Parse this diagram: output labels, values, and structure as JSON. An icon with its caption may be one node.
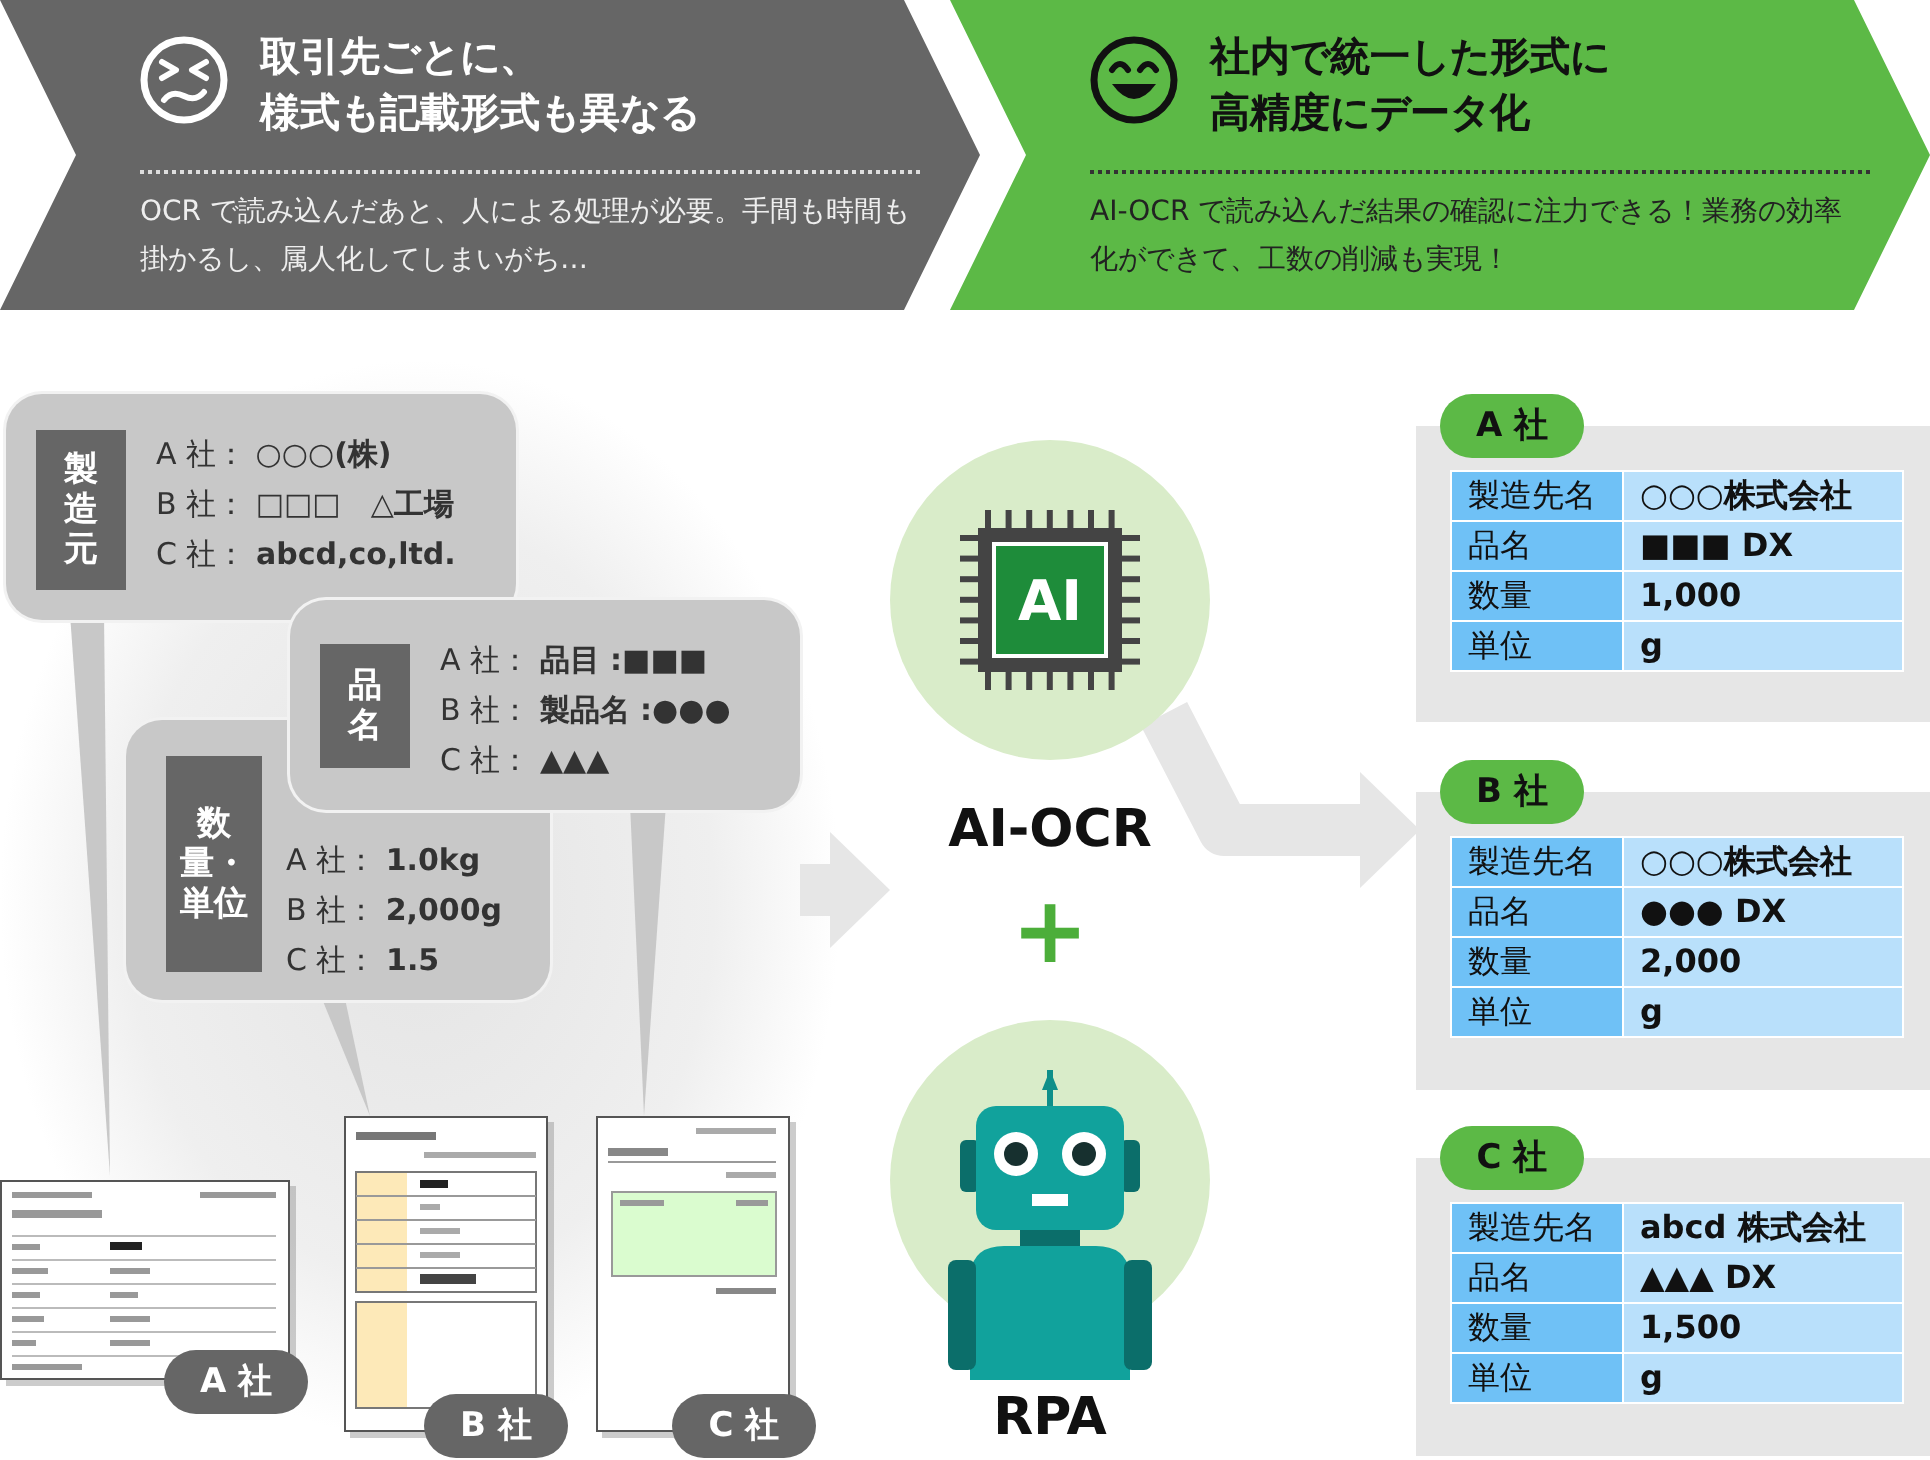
{
  "diagram": {
    "nodes": [
      {
        "text": [
          "取引先ごとに、様式も記載形式も異なる",
          "OCR で読み込んだあと、人による処理が必要。手間も時間も掛かるし、属人化してしまいがち…"
        ]
      },
      {
        "text": [
          "社内で統一した形式に高精度にデータ化",
          "AI-OCR で読み込んだ結果の確認に注力できる！業務の効率化ができて、工数の削減も実現！"
        ]
      },
      {
        "text": [
          "製造元",
          "A 社： ○○○**(株)**",
          "B 社： □□□　△**工場**",
          "C 社： **abcd,co,ltd.**"
        ]
      },
      {
        "text": [
          "品名",
          "A 社： **品目 :■■■**",
          "B 社： **製品名 :●●●**",
          "C 社： **▲▲▲**"
        ]
      },
      {
        "text": [
          "数量・単位",
          "A 社： **1.0kg**",
          "B 社： **2,000g**",
          "C 社： **1.5**"
        ]
      },
      {
        "text": [
          "A 社"
        ]
      },
      {
        "text": [
          "B 社"
        ]
      },
      {
        "text": [
          "C 社"
        ]
      },
      {
        "text": [
          "AI",
          "AI-OCR"
        ]
      },
      {
        "text": [
          "RPA"
        ]
      },
      {
        "text": [
          "A 社"
        ]
      },
      {
        "text": [
          "B 社"
        ]
      },
      {
        "text": [
          "C 社"
        ]
      }
    ],
    "edges": [
      {
        "from": 2,
        "to": 5,
        "arrow": "none"
      },
      {
        "from": 3,
        "to": 7,
        "arrow": "none"
      },
      {
        "from": 4,
        "to": 6,
        "arrow": "none"
      },
      {
        "from": null,
        "to": 8,
        "arrow": "to"
      },
      {
        "from": 8,
        "to": 11,
        "arrow": "to"
      }
    ],
    "labels": [
      "+",
      "製造先名",
      "○○○株式会社",
      "品名",
      "■■■ DX",
      "数量",
      "1,000",
      "単位",
      "g",
      "製造先名",
      "○○○株式会社",
      "品名",
      "●●● DX",
      "数量",
      "2,000",
      "単位",
      "g",
      "製造先名",
      "abcd 株式会社",
      "品名",
      "▲▲▲ DX",
      "数量",
      "1,500",
      "単位",
      "g"
    ]
  }
}
